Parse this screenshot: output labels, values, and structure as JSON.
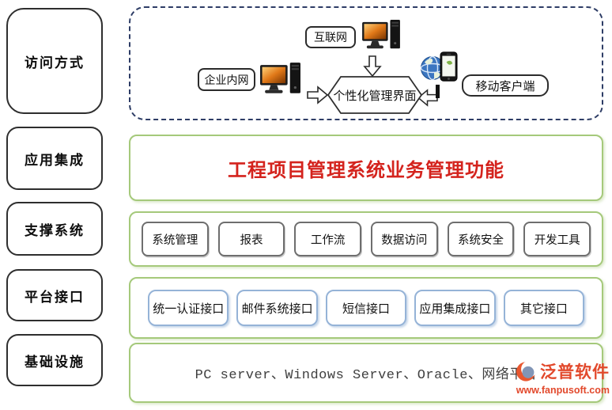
{
  "sidebar": {
    "items": [
      {
        "label": "访问方式"
      },
      {
        "label": "应用集成"
      },
      {
        "label": "支撑系统"
      },
      {
        "label": "平台接口"
      },
      {
        "label": "基础设施"
      }
    ]
  },
  "access_layer": {
    "internet": "互联网",
    "intranet": "企业内网",
    "portal": "个性化管理界面",
    "mobile": "移动客户端"
  },
  "banner": {
    "title": "工程项目管理系统业务管理功能"
  },
  "support_row": {
    "buttons": [
      "系统管理",
      "报表",
      "工作流",
      "数据访问",
      "系统安全",
      "开发工具"
    ]
  },
  "interface_row": {
    "buttons": [
      "统一认证接口",
      "邮件系统接口",
      "短信接口",
      "应用集成接口",
      "其它接口"
    ]
  },
  "infrastructure_row": {
    "text": "PC server、Windows Server、Oracle、网络平台"
  },
  "watermark": {
    "brand": "泛普软件",
    "url": "www.fanpusoft.com"
  },
  "icons": [
    "desktop-computer-icon",
    "globe-icon",
    "smartphone-icon",
    "block-arrow-right-icon",
    "block-arrow-down-icon",
    "block-arrow-left-icon",
    "brand-logo-icon"
  ],
  "colors": {
    "panel_green_border": "#a5c97b",
    "dashed_blue_border": "#2e3d66",
    "title_red": "#d4231d",
    "interface_button_blue": "#95b3d7",
    "support_button_gray": "#6e6e6e",
    "brand_orange": "#e2492c"
  }
}
